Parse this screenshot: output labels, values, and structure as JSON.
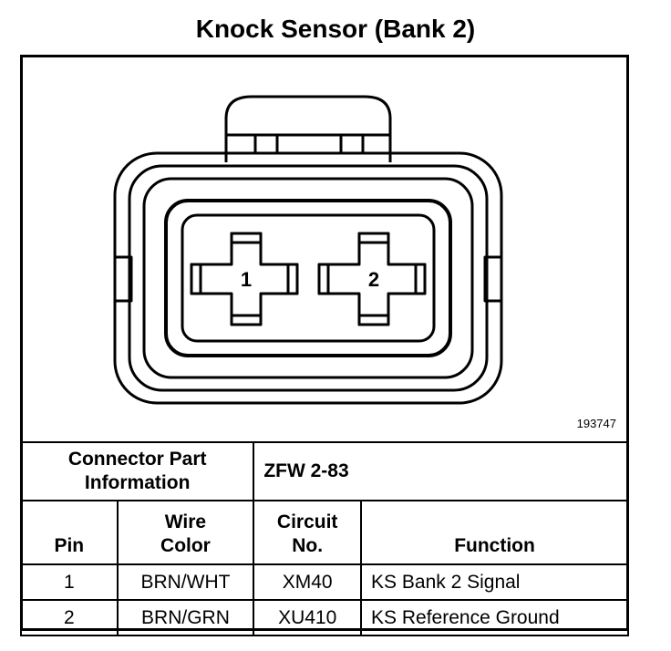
{
  "title": "Knock Sensor (Bank 2)",
  "figure_number": "193747",
  "connector": {
    "pin_labels": [
      "1",
      "2"
    ]
  },
  "part_info": {
    "label_line1": "Connector Part",
    "label_line2": "Information",
    "value": "ZFW 2-83"
  },
  "headers": {
    "pin": "Pin",
    "wire_color_line1": "Wire",
    "wire_color_line2": "Color",
    "circuit_line1": "Circuit",
    "circuit_line2": "No.",
    "function": "Function"
  },
  "rows": [
    {
      "pin": "1",
      "wire_color": "BRN/WHT",
      "circuit": "XM40",
      "function": "KS Bank 2 Signal"
    },
    {
      "pin": "2",
      "wire_color": "BRN/GRN",
      "circuit": "XU410",
      "function": "KS Reference Ground"
    }
  ]
}
